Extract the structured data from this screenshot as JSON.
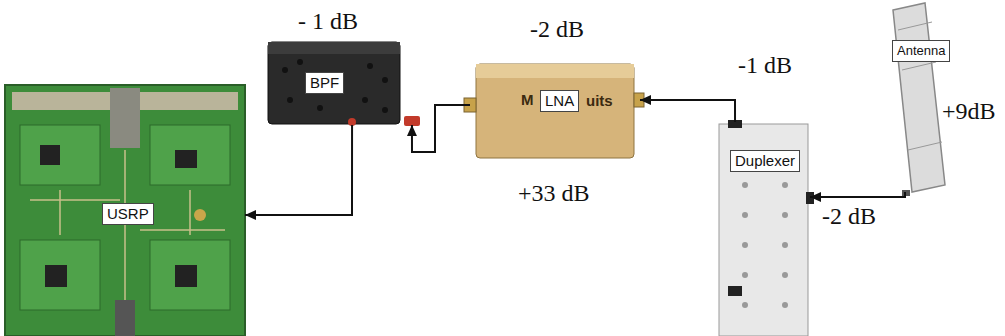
{
  "diagram": {
    "nodes": [
      {
        "text": [
          "USRP"
        ]
      },
      {
        "text": [
          "BPF"
        ]
      },
      {
        "text": [
          "LNA"
        ]
      },
      {
        "text": [
          "Duplexer"
        ]
      },
      {
        "text": [
          "Antenna"
        ]
      }
    ],
    "edges": [
      {
        "from": 1,
        "to": 0,
        "arrow": "to"
      },
      {
        "from": 2,
        "to": 1,
        "arrow": "to"
      },
      {
        "from": 3,
        "to": 2,
        "arrow": "to"
      },
      {
        "from": 4,
        "to": 3,
        "arrow": "to"
      }
    ],
    "labels": [
      "- 1 dB",
      "-2 dB",
      "M",
      "uits",
      "+33 dB",
      "-1 dB",
      "+9dB",
      "-2 dB"
    ]
  }
}
